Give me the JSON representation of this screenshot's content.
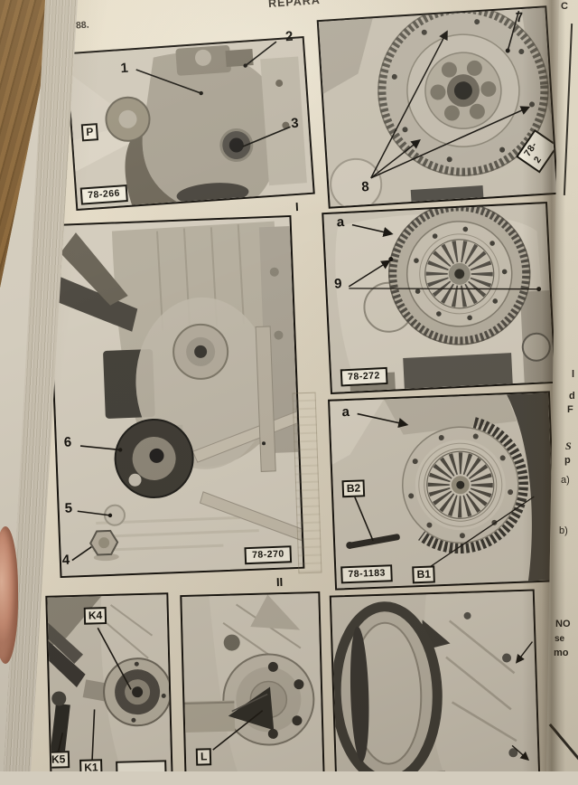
{
  "page": {
    "number": "88.",
    "header_title": "REPARA",
    "numeral_i": "I",
    "numeral_ii": "II"
  },
  "fig_engine_front": {
    "callout_1": "1",
    "callout_2": "2",
    "callout_3": "3",
    "label_p": "P",
    "caption": "78-266"
  },
  "fig_flywheel": {
    "callout_7": "7",
    "callout_8": "8",
    "caption": "78-2"
  },
  "fig_clutch_mounted": {
    "label_a": "a",
    "callout_9": "9",
    "caption": "78-272"
  },
  "fig_engine_side": {
    "callout_4": "4",
    "callout_5": "5",
    "callout_6": "6",
    "caption": "78-270"
  },
  "fig_clutch_tools": {
    "label_a": "a",
    "label_b2": "B2",
    "label_b1": "B1",
    "caption": "78-1183"
  },
  "fig_crank_puller": {
    "label_k4": "K4",
    "label_k5": "K5",
    "label_k1": "K1"
  },
  "fig_crank_guide": {
    "label_l": "L"
  },
  "next_page_edge": {
    "fragments": [
      "C",
      "l",
      "d",
      "F",
      "S",
      "p",
      "a)",
      "b)",
      "NO",
      "se",
      "mo"
    ]
  }
}
